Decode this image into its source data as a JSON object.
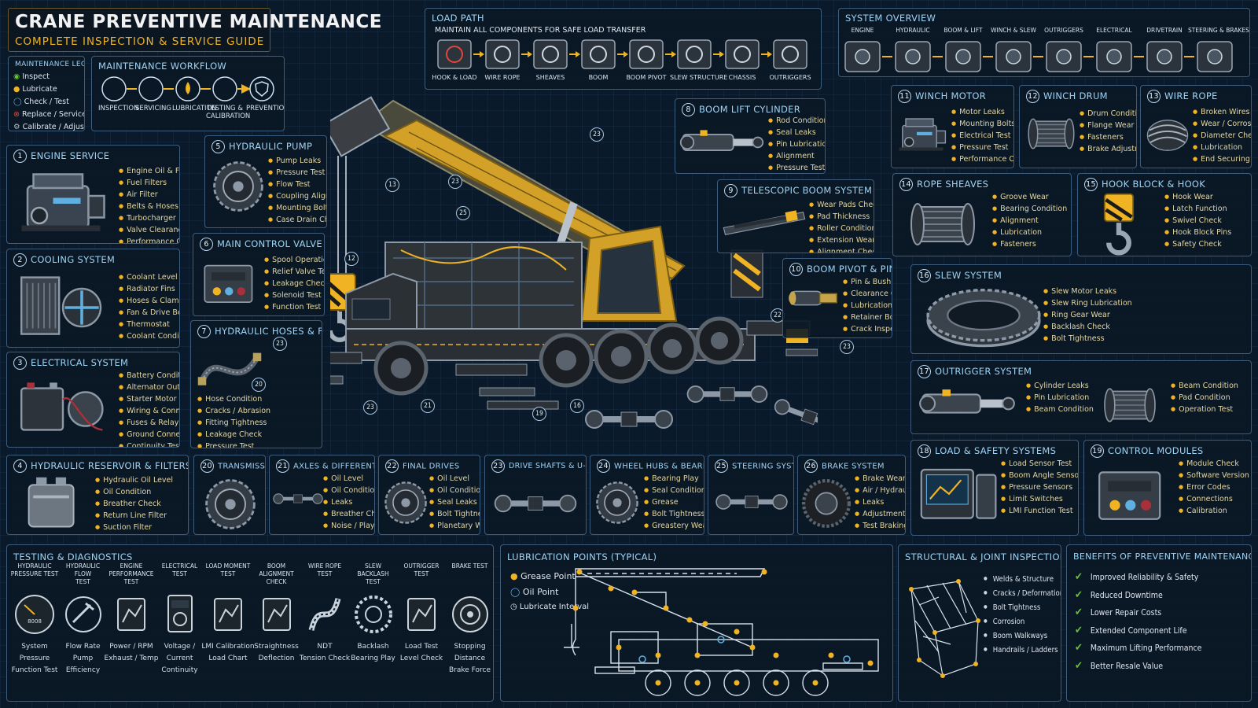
{
  "header": {
    "title": "CRANE PREVENTIVE MAINTENANCE",
    "subtitle": "COMPLETE INSPECTION & SERVICE GUIDE"
  },
  "legend": {
    "title": "MAINTENANCE LEGEND",
    "items": [
      "Inspect",
      "Lubricate",
      "Check / Test",
      "Replace / Service",
      "Calibrate / Adjust"
    ]
  },
  "workflow": {
    "title": "MAINTENANCE WORKFLOW",
    "steps": [
      "INSPECTION",
      "SERVICING",
      "LUBRICATION",
      "TESTING &\nCALIBRATION",
      "PREVENTION"
    ]
  },
  "load_path": {
    "title": "LOAD PATH",
    "subtitle": "MAINTAIN ALL COMPONENTS FOR SAFE LOAD TRANSFER",
    "steps": [
      "HOOK & LOAD",
      "WIRE ROPE",
      "SHEAVES",
      "BOOM",
      "BOOM PIVOT",
      "SLEW STRUCTURE",
      "CHASSIS",
      "OUTRIGGERS"
    ]
  },
  "system_overview": {
    "title": "SYSTEM OVERVIEW",
    "steps": [
      "ENGINE",
      "HYDRAULIC",
      "BOOM & LIFT",
      "WINCH & SLEW",
      "OUTRIGGERS",
      "ELECTRICAL",
      "DRIVETRAIN",
      "STEERING & BRAKES"
    ]
  },
  "sections": {
    "s1": {
      "num": "1",
      "title": "ENGINE SERVICE",
      "items": [
        "Engine Oil & Filter",
        "Fuel Filters",
        "Air Filter",
        "Belts & Hoses",
        "Turbocharger",
        "Valve Clearance",
        "Performance Check"
      ]
    },
    "s2": {
      "num": "2",
      "title": "COOLING SYSTEM",
      "items": [
        "Coolant Level",
        "Radiator Fins",
        "Hoses & Clamps",
        "Fan & Drive Belt",
        "Thermostat",
        "Coolant Condition"
      ]
    },
    "s3": {
      "num": "3",
      "title": "ELECTRICAL SYSTEM",
      "items": [
        "Battery Condition",
        "Alternator Output",
        "Starter Motor",
        "Wiring & Connectors",
        "Fuses & Relays",
        "Ground Connections",
        "Continuity Test"
      ]
    },
    "s4": {
      "num": "4",
      "title": "HYDRAULIC RESERVOIR & FILTERS",
      "items": [
        "Hydraulic Oil Level",
        "Oil Condition",
        "Breather Check",
        "Return Line Filter",
        "Suction Filter"
      ]
    },
    "s5": {
      "num": "5",
      "title": "HYDRAULIC PUMP",
      "items": [
        "Pump Leaks",
        "Pressure Test",
        "Flow Test",
        "Coupling Alignment",
        "Mounting Bolts",
        "Case Drain Check"
      ]
    },
    "s6": {
      "num": "6",
      "title": "MAIN CONTROL VALVE",
      "items": [
        "Spool Operation",
        "Relief Valve Test",
        "Leakage Check",
        "Solenoid Test",
        "Function Test"
      ]
    },
    "s7": {
      "num": "7",
      "title": "HYDRAULIC HOSES & FITTINGS",
      "items": [
        "Hose Condition",
        "Cracks / Abrasion",
        "Fitting Tightness",
        "Leakage Check",
        "Pressure Test"
      ]
    },
    "s8": {
      "num": "8",
      "title": "BOOM LIFT CYLINDER",
      "items": [
        "Rod Condition",
        "Seal Leaks",
        "Pin Lubrication",
        "Alignment",
        "Pressure Test"
      ]
    },
    "s9": {
      "num": "9",
      "title": "TELESCOPIC BOOM SYSTEM",
      "items": [
        "Wear Pads Check",
        "Pad Thickness",
        "Roller Condition",
        "Extension Wear",
        "Alignment Check"
      ]
    },
    "s10": {
      "num": "10",
      "title": "BOOM PIVOT & PINS",
      "items": [
        "Pin & Bushing Wear",
        "Clearance Check",
        "Lubrication",
        "Retainer Bolts",
        "Crack Inspection"
      ]
    },
    "s11": {
      "num": "11",
      "title": "WINCH MOTOR",
      "items": [
        "Motor Leaks",
        "Mounting Bolts",
        "Electrical Test",
        "Pressure Test",
        "Performance Check"
      ]
    },
    "s12": {
      "num": "12",
      "title": "WINCH DRUM",
      "items": [
        "Drum Condition",
        "Flange Wear",
        "Fasteners",
        "Brake Adjustment"
      ]
    },
    "s13": {
      "num": "13",
      "title": "WIRE ROPE",
      "items": [
        "Broken Wires",
        "Wear / Corrosion",
        "Diameter Check",
        "Lubrication",
        "End Securing"
      ]
    },
    "s14": {
      "num": "14",
      "title": "ROPE SHEAVES",
      "items": [
        "Groove Wear",
        "Bearing Condition",
        "Alignment",
        "Lubrication",
        "Fasteners"
      ]
    },
    "s15": {
      "num": "15",
      "title": "HOOK BLOCK & HOOK",
      "items": [
        "Hook Wear",
        "Latch Function",
        "Swivel Check",
        "Hook Block Pins",
        "Safety Check"
      ]
    },
    "s16": {
      "num": "16",
      "title": "SLEW SYSTEM",
      "items": [
        "Slew Motor Leaks",
        "Slew Ring Lubrication",
        "Ring Gear Wear",
        "Backlash Check",
        "Bolt Tightness"
      ]
    },
    "s17": {
      "num": "17",
      "title": "OUTRIGGER SYSTEM",
      "items_left": [
        "Cylinder Leaks",
        "Pin Lubrication",
        "Beam Condition"
      ],
      "items_right": [
        "Beam Condition",
        "Pad Condition",
        "Operation Test"
      ]
    },
    "s18": {
      "num": "18",
      "title": "LOAD & SAFETY SYSTEMS",
      "items": [
        "Load Sensor Test",
        "Boom Angle Sensor",
        "Pressure Sensors",
        "Limit Switches",
        "LMI Function Test"
      ]
    },
    "s19": {
      "num": "19",
      "title": "CONTROL MODULES",
      "items": [
        "Module Check",
        "Software Version",
        "Error Codes",
        "Connections",
        "Calibration"
      ]
    },
    "s20": {
      "num": "20",
      "title": "TRANSMISSION",
      "items": []
    },
    "s21": {
      "num": "21",
      "title": "AXLES & DIFFERENTIAL",
      "items": [
        "Oil Level",
        "Oil Condition",
        "Leaks",
        "Breather Check",
        "Noise / Play"
      ]
    },
    "s22": {
      "num": "22",
      "title": "FINAL DRIVES",
      "items": [
        "Oil Level",
        "Oil Condition",
        "Seal Leaks",
        "Bolt Tightness",
        "Planetary Wear"
      ]
    },
    "s23": {
      "num": "23",
      "title": "DRIVE SHAFTS & U-JOINTS",
      "items": []
    },
    "s24": {
      "num": "24",
      "title": "WHEEL HUBS & BEARINGS",
      "items": [
        "Bearing Play",
        "Seal Condition",
        "Grease",
        "Bolt Tightness",
        "Greastery Wear"
      ]
    },
    "s25": {
      "num": "25",
      "title": "STEERING SYSTEM",
      "items": []
    },
    "s26": {
      "num": "26",
      "title": "BRAKE SYSTEM",
      "items": [
        "Brake Wear",
        "Air / Hydraulic",
        "Leaks",
        "Adjustment",
        "Test Braking"
      ]
    }
  },
  "callouts": [
    "23",
    "13",
    "23",
    "25",
    "12",
    "23",
    "20",
    "23",
    "21",
    "19",
    "16",
    "22",
    "23"
  ],
  "testing": {
    "title": "TESTING & DIAGNOSTICS",
    "gauge_text": "8008",
    "tests": [
      {
        "name": "HYDRAULIC\nPRESSURE TEST",
        "sub": "System Pressure\nFunction Test"
      },
      {
        "name": "HYDRAULIC FLOW\nTEST",
        "sub": "Flow Rate\nPump Efficiency"
      },
      {
        "name": "ENGINE\nPERFORMANCE\nTEST",
        "sub": "Power / RPM\nExhaust / Temp"
      },
      {
        "name": "ELECTRICAL\nTEST",
        "sub": "Voltage / Current\nContinuity"
      },
      {
        "name": "LOAD MOMENT\nTEST",
        "sub": "LMI Calibration\nLoad Chart"
      },
      {
        "name": "BOOM ALIGNMENT\nCHECK",
        "sub": "Straightness\nDeflection"
      },
      {
        "name": "WIRE ROPE\nTEST",
        "sub": "NDT\nTension Check"
      },
      {
        "name": "SLEW\nBACKLASH\nTEST",
        "sub": "Backlash\nBearing Play"
      },
      {
        "name": "OUTRIGGER\nTEST",
        "sub": "Load Test\nLevel Check"
      },
      {
        "name": "BRAKE TEST",
        "sub": "Stopping Distance\nBrake Force"
      }
    ]
  },
  "lubrication": {
    "title": "LUBRICATION POINTS (TYPICAL)",
    "legend": [
      "Grease Point",
      "Oil Point",
      "Lubricate Interval"
    ]
  },
  "structural": {
    "title": "STRUCTURAL & JOINT INSPECTION",
    "items": [
      "Welds & Structure",
      "Cracks / Deformation",
      "Bolt Tightness",
      "Corrosion",
      "Boom Walkways",
      "Handrails / Ladders"
    ]
  },
  "benefits": {
    "title": "BENEFITS OF PREVENTIVE MAINTENANCE",
    "items": [
      "Improved Reliability & Safety",
      "Reduced Downtime",
      "Lower Repair Costs",
      "Extended Component Life",
      "Maximum Lifting Performance",
      "Better Resale Value"
    ]
  },
  "colors": {
    "accent": "#f0b323",
    "panel_border": "#3c5d7e",
    "title_blue": "#9fd3f4",
    "background": "#0b1a2a",
    "check_green": "#67c23a"
  }
}
